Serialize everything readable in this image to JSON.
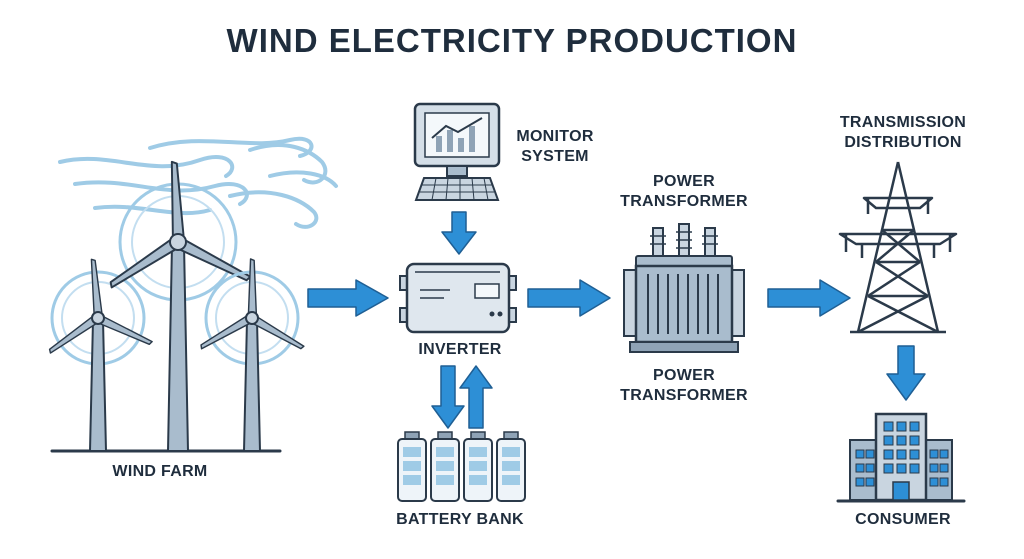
{
  "title": "WIND ELECTRICITY PRODUCTION",
  "labels": {
    "wind_farm": "WIND FARM",
    "monitor_system": "MONITOR\nSYSTEM",
    "inverter": "INVERTER",
    "battery_bank": "BATTERY BANK",
    "power_transformer_top": "POWER\nTRANSFORMER",
    "power_transformer_bottom": "POWER\nTRANSFORMER",
    "transmission_distribution": "TRANSMISSION\nDISTRIBUTION",
    "consumer": "CONSUMER"
  },
  "colors": {
    "outline": "#2b3a4a",
    "steel": "#8fa3b6",
    "steel_light": "#c9d5e0",
    "accent_blue": "#2d8fd6",
    "wind_blue": "#9fcbe6",
    "text": "#1f2d3d"
  },
  "icons": [
    "wind-turbine-icon",
    "monitor-icon",
    "keyboard-icon",
    "inverter-icon",
    "battery-icon",
    "transformer-icon",
    "pylon-icon",
    "building-icon",
    "arrow-icon"
  ]
}
